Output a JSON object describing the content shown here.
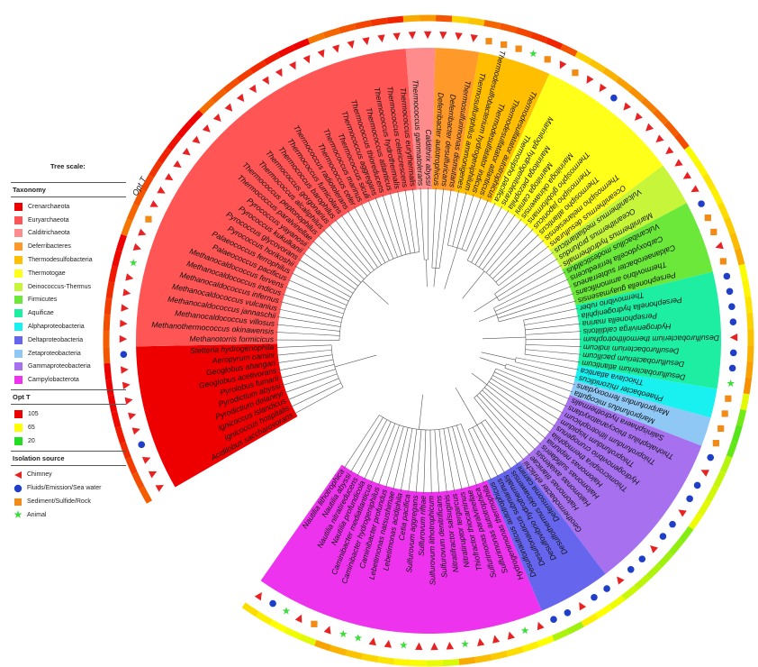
{
  "legend": {
    "tree_scale": "Tree scale:",
    "taxonomy_title": "Taxonomy",
    "taxonomy": [
      {
        "name": "Crenarchaeota",
        "color": "#ee0000"
      },
      {
        "name": "Euryarchaeota",
        "color": "#ff5555"
      },
      {
        "name": "Calditrichaeota",
        "color": "#ff8c8c"
      },
      {
        "name": "Deferribacteres",
        "color": "#ff9a2a"
      },
      {
        "name": "Thermodesulfobacteria",
        "color": "#ffbf00"
      },
      {
        "name": "Thermotogae",
        "color": "#ffff1a"
      },
      {
        "name": "Deinococcus-Thermus",
        "color": "#c6f53a"
      },
      {
        "name": "Firmicutes",
        "color": "#6be83a"
      },
      {
        "name": "Aquificae",
        "color": "#1eeea2"
      },
      {
        "name": "Alphaproteobacteria",
        "color": "#19f0f0"
      },
      {
        "name": "Deltaproteobacteria",
        "color": "#6565ee"
      },
      {
        "name": "Zetaproteobacteria",
        "color": "#8fc7f5"
      },
      {
        "name": "Gammaproteobacteria",
        "color": "#a670ef"
      },
      {
        "name": "Campylobacterota",
        "color": "#ee33ee"
      }
    ],
    "optt_title": "Opt T",
    "optt": [
      {
        "name": "105",
        "color": "#ee0000"
      },
      {
        "name": "65",
        "color": "#ffff00"
      },
      {
        "name": "20",
        "color": "#22dd22"
      }
    ],
    "iso_title": "Isolation source",
    "iso": [
      {
        "name": "Chimney",
        "icon": "red-triangle-icon",
        "color": "#e82222"
      },
      {
        "name": "Fluids/Emission/Sea water",
        "icon": "blue-circle-icon",
        "color": "#1f3fc8"
      },
      {
        "name": "Sediment/Sulfide/Rock",
        "icon": "orange-square-icon",
        "color": "#f28a16"
      },
      {
        "name": "Animal",
        "icon": "green-star-icon",
        "color": "#3ddc3d"
      }
    ]
  },
  "optt_ring_label": "Opt T",
  "clades": [
    {
      "name": "Crenarchaeota",
      "color": "#ee0000",
      "species": [
        "Acidilobus saccharovorans",
        "Ignicoccus hospitalis",
        "Ignicoccus islandicus",
        "Pyrodictium delaneyi",
        "Pyrodictium abyssi",
        "Pyrolobus fumarii",
        "Geoglobus acetivorans",
        "Geoglobus ahangari",
        "Aeropyrum camini",
        "Stetteria hydrogenophila"
      ]
    },
    {
      "name": "Euryarchaeota",
      "color": "#ff5555",
      "species": [
        "Methanotorris formicicus",
        "Methanothermococcus okinawensis",
        "Methanocaldococcus villosus",
        "Methanocaldococcus jannaschii",
        "Methanocaldococcus vulcanius",
        "Methanocaldococcus infernus",
        "Methanocaldococcus indicus",
        "Methanocaldococcus fervens",
        "Palaeococcus pacificus",
        "Palaeococcus ferrophilus",
        "Pyrococcus horikoshii",
        "Pyrococcus glycovorans",
        "Pyrococcus kukulkanii",
        "Pyrococcus yayanosii",
        "Thermococcus paralvinellae",
        "Thermococcus peptonophilus",
        "Thermococcus alcaliphilus",
        "Thermococcus gorgonarius",
        "Thermococcus barophilus",
        "Thermococcus fumicolans",
        "Thermococcus radiotolerans",
        "Thermococcus celer",
        "Thermococcus marinus",
        "Thermococcus siculi",
        "Thermococcus aggregans",
        "Thermococcus thioreducens",
        "Thermococcus atlanticus",
        "Thermococcus hydrothermalis",
        "Thermococcus celericrescens",
        "Thermococcus eurythermalis"
      ]
    },
    {
      "name": "Calditrichaeota",
      "color": "#ff8c8c",
      "species": [
        "Thermococcus gammatolerans",
        "Caldithrix abyssi"
      ]
    },
    {
      "name": "Deferribacteres",
      "color": "#ff9a2a",
      "species": [
        "Deferribacter autotrophicus",
        "Deferribacter desulfuricans",
        "Thermosulfurimonas dismutans"
      ]
    },
    {
      "name": "Thermodesulfobacteria",
      "color": "#ffbf00",
      "species": [
        "Thermosulfuriphilus ammonigenes",
        "Thermodesulfobacterium hydrogeniphilum",
        "Thermodesulfatator indicus",
        "Thermodesulfatator atlanticus",
        "Thermodesulfatator autotrophicus"
      ]
    },
    {
      "name": "Thermotogae",
      "color": "#ffff1a",
      "species": [
        "Thermosipho pacifica",
        "Marinitoga hydrogenitolerans",
        "Marinitoga piezophila",
        "Marinitoga camini",
        "Marinitoga okinawensis",
        "Thermosipho globiformans",
        "Thermosipho japonicus",
        "Thermosipho atlanticus",
        "Thermosipho melanesiensis",
        "Oceanithermus desulfurans"
      ]
    },
    {
      "name": "Deinococcus-Thermus",
      "color": "#c6f53a",
      "species": [
        "Vulcanithermus mediatlanticus",
        "Oceanithermus profundus",
        "Marinithermus hydrothermalis"
      ]
    },
    {
      "name": "Firmicutes",
      "color": "#6be83a",
      "species": [
        "Vulcanibacillus modesticaldus",
        "Carboxydocella ferrireducens",
        "Caldanaerobacter subterraneus",
        "Thermovibrio ammonificans",
        "Persephonella guaymasensis"
      ]
    },
    {
      "name": "Aquificae",
      "color": "#1eeea2",
      "species": [
        "Thermovibrio ruber",
        "Persephonella hydrogeniphila",
        "Persephonella marina",
        "Hydrogenivirga caldilitoris",
        "Desulfurobacterium thermolithotrophum",
        "Desulfurobacterium indicum",
        "Desulfurobacterium pacificum",
        "Desulfurobacterium atlanticum"
      ]
    },
    {
      "name": "Alphaproteobacteria",
      "color": "#19f0f0",
      "species": [
        "Thioclava atlantica",
        "Phaeobacter rhizonidicus"
      ]
    },
    {
      "name": "Zetaproteobacteria",
      "color": "#8fc7f5",
      "species": [
        "Mariprofundus ferrooxydans",
        "Mariprofundus micogutta"
      ]
    },
    {
      "name": "Gammaproteobacteria",
      "color": "#a670ef",
      "species": [
        "Salinisphaera hydrothermalis",
        "Thiohalophilus thiocyanatoxydans",
        "Thioprofundum lithotrophicum",
        "Thioprofundum hispidum",
        "Hydrogenovibrio crunogenus",
        "Thiomicrospira thermophila",
        "Halomonas neptunia",
        "Halomonas sulfidaeris",
        "Halomonas axialensis",
        "Halomonas titanicae",
        "Geothermobacter ehrlichii"
      ]
    },
    {
      "name": "Deltaproteobacteria",
      "color": "#6565ee",
      "species": [
        "Deferrisoma camini",
        "Desulfothermus okinawensis",
        "Desulfovibrio hydrothermalis",
        "Desulfonauticus submarinus",
        "Desulfonauticus autotrophicus"
      ]
    },
    {
      "name": "Campylobacterota",
      "color": "#ee33ee",
      "species": [
        "Hydrogenimonas thermophila",
        "Sulfurimonas autotrophica",
        "Sulfurimonas paralvinellae",
        "Thiofractor thiocaminus",
        "Nitratiruptor tergarcus",
        "Nitratifractor salsuginis",
        "Sulfurovum denitrificans",
        "Sulfurovum lithotrophicum",
        "Sulfurovum riftiae",
        "Sulfurovum aggregans",
        "Cetia pacifica",
        "Lebetimonas acidiphila",
        "Lebetimonas natsushimae",
        "Caminibacter profundus",
        "Caminibacter hydrogeniphilus",
        "Caminibacter mediatlanticus",
        "Nautilia profundicola",
        "Nautilia nitratireducens",
        "Nautilia abyssi",
        "Nautilia lithotrophica"
      ]
    }
  ]
}
